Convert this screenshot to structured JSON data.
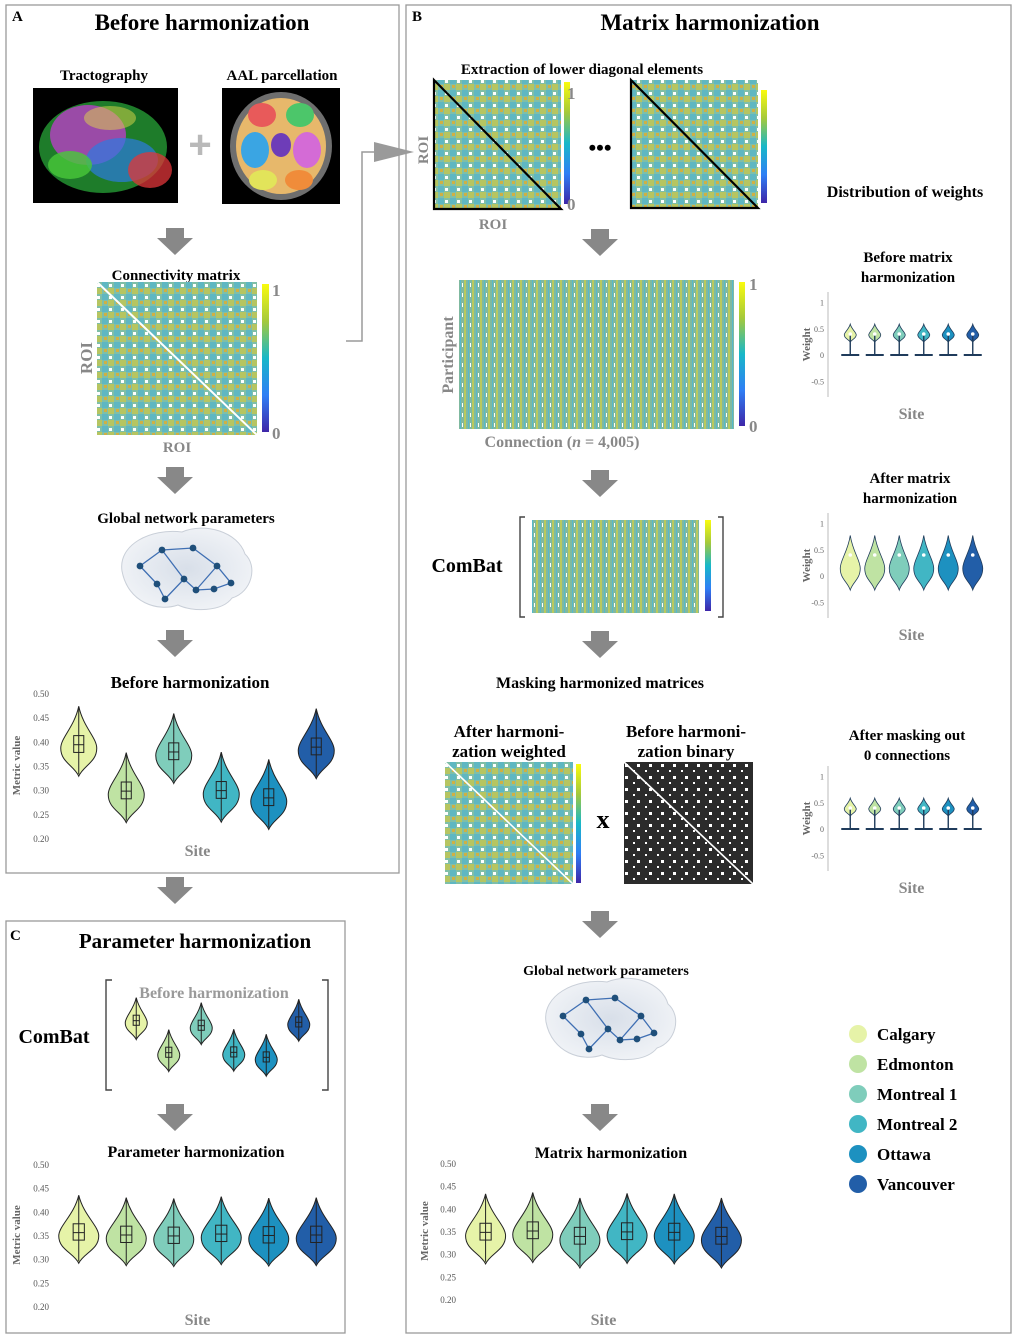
{
  "panels": {
    "A": {
      "letter": "A",
      "title": "Before harmonization",
      "tractography_label": "Tractography",
      "aal_label": "AAL parcellation",
      "plus": "+",
      "conn_title": "Connectivity matrix",
      "roi_y": "ROI",
      "roi_x": "ROI",
      "cb_max": "1",
      "cb_min": "0",
      "gnp_title": "Global network parameters",
      "violin_title": "Before harmonization"
    },
    "B": {
      "letter": "B",
      "title": "Matrix harmonization",
      "extraction_title": "Extraction of lower diagonal elements",
      "roi_y": "ROI",
      "roi_x": "ROI",
      "cb_max": "1",
      "cb_min": "0",
      "ellipsis": "•••",
      "participant": "Participant",
      "connection_pre": "Connection (",
      "connection_n": "n",
      "connection_post": " = 4,005)",
      "cb2_max": "1",
      "cb2_min": "0",
      "combat": "ComBat",
      "masking_title": "Masking harmonized matrices",
      "after_weighted_l1": "After harmoni-",
      "after_weighted_l2": "zation weighted",
      "before_binary_l1": "Before harmoni-",
      "before_binary_l2": "zation binary",
      "times": "x",
      "gnp_title": "Global network parameters",
      "violin_title": "Matrix harmonization",
      "dist_title": "Distribution of weights",
      "dist1_l1": "Before matrix",
      "dist1_l2": "harmonization",
      "dist2_l1": "After matrix",
      "dist2_l2": "harmonization",
      "dist3_l1": "After masking out",
      "dist3_l2": "0 connections",
      "weight_label": "Weight",
      "site_label": "Site",
      "w_ticks": [
        "1",
        "0.5",
        "0",
        "-0.5"
      ]
    },
    "C": {
      "letter": "C",
      "title": "Parameter harmonization",
      "combat": "ComBat",
      "inner_title": "Before harmonization",
      "violin_title": "Parameter harmonization"
    }
  },
  "violin_axis": {
    "ylabel": "Metric value",
    "xlabel": "Site",
    "ticks": [
      "0.50",
      "0.45",
      "0.40",
      "0.35",
      "0.30",
      "0.25",
      "0.20"
    ]
  },
  "legend": [
    {
      "name": "Calgary",
      "color": "#e6f3a8"
    },
    {
      "name": "Edmonton",
      "color": "#bfe3a3"
    },
    {
      "name": "Montreal 1",
      "color": "#7fcdbb"
    },
    {
      "name": "Montreal 2",
      "color": "#41b6c4"
    },
    {
      "name": "Ottawa",
      "color": "#1d91c0"
    },
    {
      "name": "Vancouver",
      "color": "#225ea8"
    }
  ],
  "chart_data": [
    {
      "type": "violin",
      "title": "Before harmonization",
      "xlabel": "Site",
      "ylabel": "Metric value",
      "ylim": [
        0.2,
        0.5
      ],
      "categories": [
        "Calgary",
        "Edmonton",
        "Montreal 1",
        "Montreal 2",
        "Ottawa",
        "Vancouver"
      ],
      "medians": [
        0.393,
        0.297,
        0.378,
        0.298,
        0.283,
        0.388
      ]
    },
    {
      "type": "violin",
      "title": "Parameter harmonization",
      "xlabel": "Site",
      "ylabel": "Metric value",
      "ylim": [
        0.2,
        0.5
      ],
      "categories": [
        "Calgary",
        "Edmonton",
        "Montreal 1",
        "Montreal 2",
        "Ottawa",
        "Vancouver"
      ],
      "medians": [
        0.355,
        0.35,
        0.348,
        0.352,
        0.349,
        0.35
      ]
    },
    {
      "type": "violin",
      "title": "Matrix harmonization",
      "xlabel": "Site",
      "ylabel": "Metric value",
      "ylim": [
        0.2,
        0.5
      ],
      "categories": [
        "Calgary",
        "Edmonton",
        "Montreal 1",
        "Montreal 2",
        "Ottawa",
        "Vancouver"
      ],
      "medians": [
        0.347,
        0.35,
        0.338,
        0.348,
        0.347,
        0.338
      ]
    }
  ]
}
